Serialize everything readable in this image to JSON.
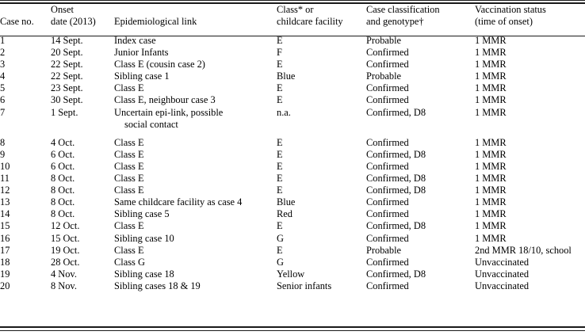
{
  "table": {
    "columns": [
      {
        "key": "case_no",
        "header_line1": "",
        "header_line2": "Case no."
      },
      {
        "key": "onset_date",
        "header_line1": "Onset",
        "header_line2": "date (2013)"
      },
      {
        "key": "epi_link",
        "header_line1": "",
        "header_line2": "Epidemiological link"
      },
      {
        "key": "class_facility",
        "header_line1": "Class* or",
        "header_line2": "childcare facility"
      },
      {
        "key": "classification_genotype",
        "header_line1": "Case classification",
        "header_line2": "and genotype†"
      },
      {
        "key": "vaccination_status",
        "header_line1": "Vaccination status",
        "header_line2": "(time of onset)"
      }
    ],
    "rows": [
      {
        "case_no": "1",
        "onset_date": "14 Sept.",
        "epi_link": "Index case",
        "epi_link_line2": "",
        "class_facility": "E",
        "classification_genotype": "Probable",
        "vaccination_status": "1 MMR"
      },
      {
        "case_no": "2",
        "onset_date": "20 Sept.",
        "epi_link": "Junior Infants",
        "epi_link_line2": "",
        "class_facility": "F",
        "classification_genotype": "Confirmed",
        "vaccination_status": "1 MMR"
      },
      {
        "case_no": "3",
        "onset_date": "22 Sept.",
        "epi_link": "Class E (cousin case 2)",
        "epi_link_line2": "",
        "class_facility": "E",
        "classification_genotype": "Confirmed",
        "vaccination_status": "1 MMR"
      },
      {
        "case_no": "4",
        "onset_date": "22 Sept.",
        "epi_link": "Sibling case 1",
        "epi_link_line2": "",
        "class_facility": "Blue",
        "classification_genotype": "Probable",
        "vaccination_status": "1 MMR"
      },
      {
        "case_no": "5",
        "onset_date": "23 Sept.",
        "epi_link": "Class E",
        "epi_link_line2": "",
        "class_facility": "E",
        "classification_genotype": "Confirmed",
        "vaccination_status": "1 MMR"
      },
      {
        "case_no": "6",
        "onset_date": "30 Sept.",
        "epi_link": "Class E, neighbour case 3",
        "epi_link_line2": "",
        "class_facility": "E",
        "classification_genotype": "Confirmed",
        "vaccination_status": "1 MMR"
      },
      {
        "case_no": "7",
        "onset_date": "1 Sept.",
        "epi_link": "Uncertain epi-link, possible",
        "epi_link_line2": "social contact",
        "class_facility": "n.a.",
        "classification_genotype": "Confirmed, D8",
        "vaccination_status": "1 MMR"
      },
      {
        "case_no": "8",
        "onset_date": "4 Oct.",
        "epi_link": "Class E",
        "epi_link_line2": "",
        "class_facility": "E",
        "classification_genotype": "Confirmed",
        "vaccination_status": "1 MMR"
      },
      {
        "case_no": "9",
        "onset_date": "6 Oct.",
        "epi_link": "Class E",
        "epi_link_line2": "",
        "class_facility": "E",
        "classification_genotype": "Confirmed, D8",
        "vaccination_status": "1 MMR"
      },
      {
        "case_no": "10",
        "onset_date": "6 Oct.",
        "epi_link": "Class E",
        "epi_link_line2": "",
        "class_facility": "E",
        "classification_genotype": "Confirmed",
        "vaccination_status": "1 MMR"
      },
      {
        "case_no": "11",
        "onset_date": "8 Oct.",
        "epi_link": "Class E",
        "epi_link_line2": "",
        "class_facility": "E",
        "classification_genotype": "Confirmed, D8",
        "vaccination_status": "1 MMR"
      },
      {
        "case_no": "12",
        "onset_date": "8 Oct.",
        "epi_link": "Class E",
        "epi_link_line2": "",
        "class_facility": "E",
        "classification_genotype": "Confirmed, D8",
        "vaccination_status": "1 MMR"
      },
      {
        "case_no": "13",
        "onset_date": "8 Oct.",
        "epi_link": "Same childcare facility as case 4",
        "epi_link_line2": "",
        "class_facility": "Blue",
        "classification_genotype": "Confirmed",
        "vaccination_status": "1 MMR"
      },
      {
        "case_no": "14",
        "onset_date": "8 Oct.",
        "epi_link": "Sibling case 5",
        "epi_link_line2": "",
        "class_facility": "Red",
        "classification_genotype": "Confirmed",
        "vaccination_status": "1 MMR"
      },
      {
        "case_no": "15",
        "onset_date": "12 Oct.",
        "epi_link": "Class E",
        "epi_link_line2": "",
        "class_facility": "E",
        "classification_genotype": "Confirmed, D8",
        "vaccination_status": "1 MMR"
      },
      {
        "case_no": "16",
        "onset_date": "15 Oct.",
        "epi_link": "Sibling case 10",
        "epi_link_line2": "",
        "class_facility": "G",
        "classification_genotype": "Confirmed",
        "vaccination_status": "1 MMR"
      },
      {
        "case_no": "17",
        "onset_date": "19 Oct.",
        "epi_link": "Class E",
        "epi_link_line2": "",
        "class_facility": "E",
        "classification_genotype": "Probable",
        "vaccination_status": "2nd MMR 18/10, school"
      },
      {
        "case_no": "18",
        "onset_date": "28 Oct.",
        "epi_link": "Class G",
        "epi_link_line2": "",
        "class_facility": "G",
        "classification_genotype": "Confirmed",
        "vaccination_status": "Unvaccinated"
      },
      {
        "case_no": "19",
        "onset_date": "4 Nov.",
        "epi_link": "Sibling case 18",
        "epi_link_line2": "",
        "class_facility": "Yellow",
        "classification_genotype": "Confirmed, D8",
        "vaccination_status": "Unvaccinated"
      },
      {
        "case_no": "20",
        "onset_date": "8 Nov.",
        "epi_link": "Sibling cases 18 & 19",
        "epi_link_line2": "",
        "class_facility": "Senior infants",
        "classification_genotype": "Confirmed",
        "vaccination_status": "Unvaccinated"
      }
    ]
  }
}
